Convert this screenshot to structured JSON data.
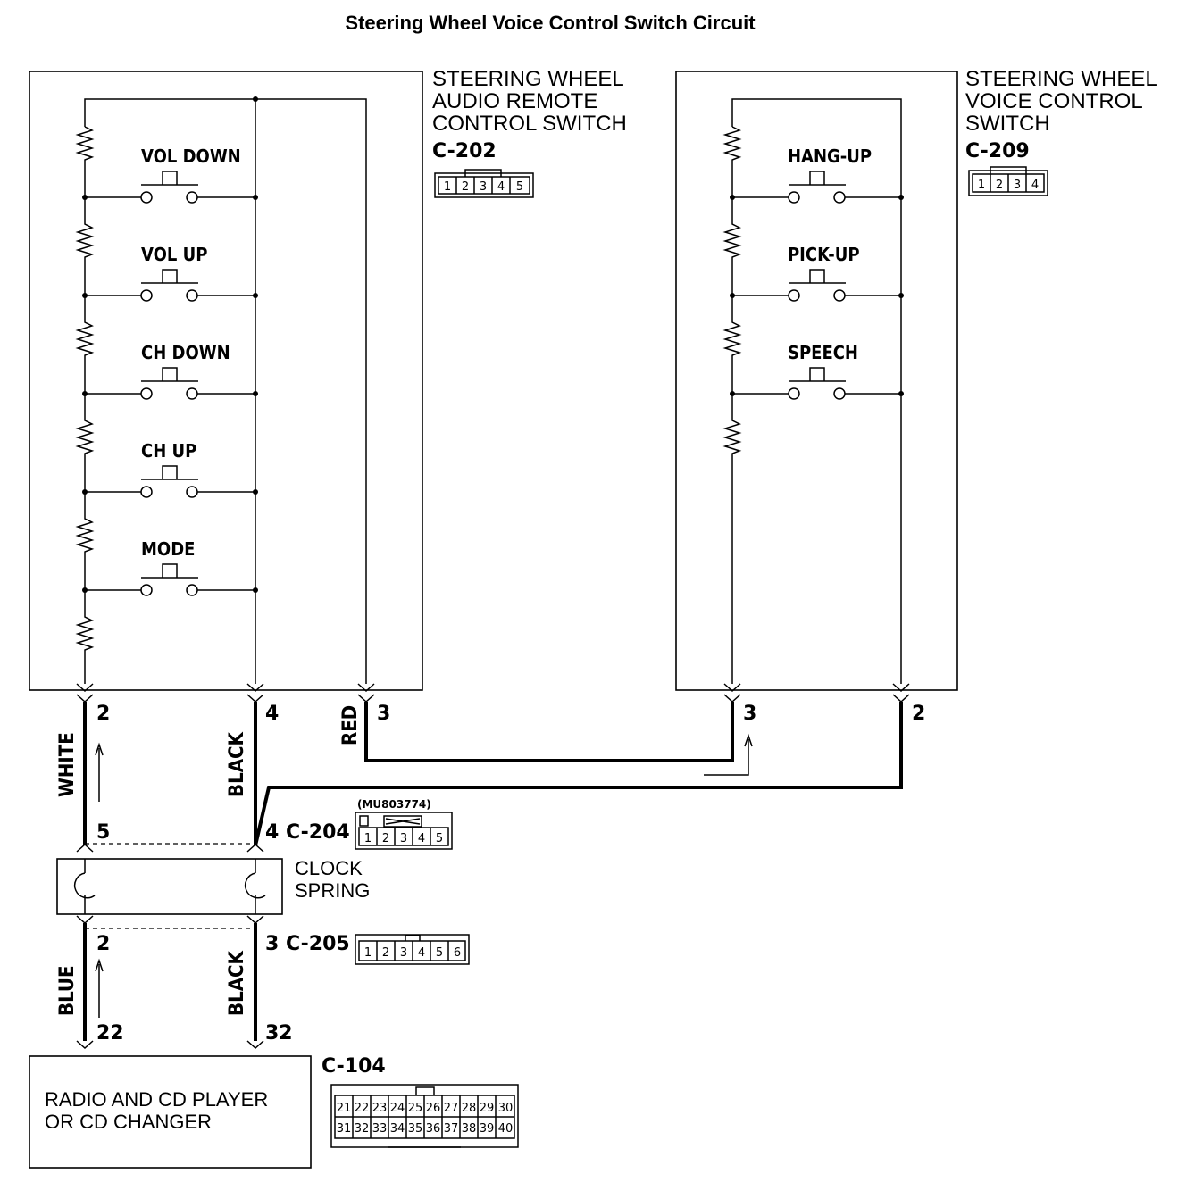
{
  "title": "Steering Wheel Voice Control Switch Circuit",
  "audio_switch": {
    "label_lines": [
      "STEERING WHEEL",
      "AUDIO REMOTE",
      "CONTROL SWITCH"
    ],
    "connector": "C-202",
    "connector_pins": [
      "1",
      "2",
      "3",
      "4",
      "5"
    ],
    "buttons": [
      "VOL DOWN",
      "VOL UP",
      "CH DOWN",
      "CH UP",
      "MODE"
    ],
    "pins": [
      "2",
      "4",
      "3"
    ]
  },
  "voice_switch": {
    "label_lines": [
      "STEERING WHEEL",
      "VOICE CONTROL",
      "SWITCH"
    ],
    "connector": "C-209",
    "connector_pins": [
      "1",
      "2",
      "3",
      "4"
    ],
    "buttons": [
      "HANG-UP",
      "PICK-UP",
      "SPEECH"
    ],
    "pins": [
      "3",
      "2"
    ]
  },
  "wires": {
    "white": "WHITE",
    "black_upper": "BLACK",
    "red": "RED",
    "blue": "BLUE",
    "black_lower": "BLACK"
  },
  "clock_spring": {
    "label_lines": [
      "CLOCK",
      "SPRING"
    ],
    "upper_pins": [
      "5",
      "4"
    ],
    "upper_connector": "C-204",
    "upper_part_number": "(MU803774)",
    "upper_connector_pins": [
      "1",
      "2",
      "3",
      "4",
      "5"
    ],
    "lower_pins": [
      "2",
      "3"
    ],
    "lower_connector": "C-205",
    "lower_connector_pins": [
      "1",
      "2",
      "3",
      "4",
      "5",
      "6"
    ]
  },
  "radio": {
    "label_lines": [
      "RADIO AND CD PLAYER",
      "OR CD CHANGER"
    ],
    "connector": "C-104",
    "pins": [
      "22",
      "32"
    ],
    "connector_rows": [
      [
        "21",
        "22",
        "23",
        "24",
        "25",
        "26",
        "27",
        "28",
        "29",
        "30"
      ],
      [
        "31",
        "32",
        "33",
        "34",
        "35",
        "36",
        "37",
        "38",
        "39",
        "40"
      ]
    ]
  }
}
